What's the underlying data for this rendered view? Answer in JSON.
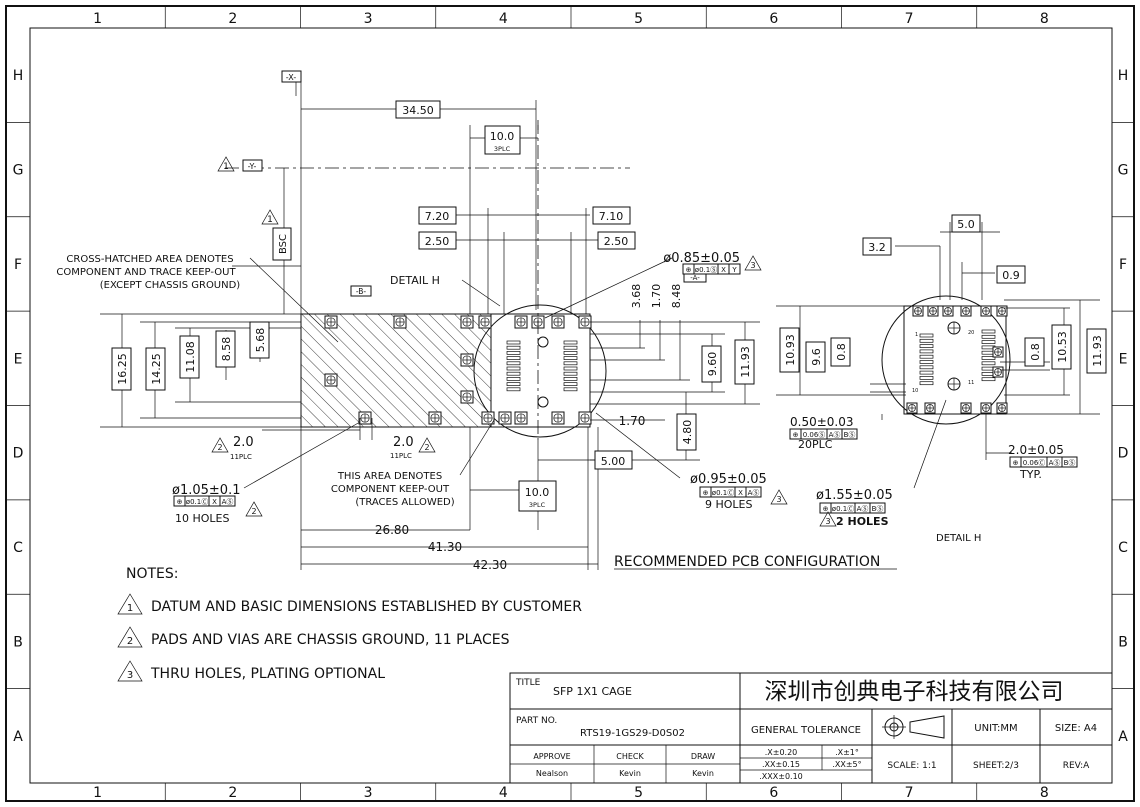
{
  "border": {
    "cols": [
      "1",
      "2",
      "3",
      "4",
      "5",
      "6",
      "7",
      "8"
    ],
    "rows": [
      "H",
      "G",
      "F",
      "E",
      "D",
      "C",
      "B",
      "A"
    ]
  },
  "datums": {
    "x": "-X-",
    "y": "-Y-",
    "b": "-B-",
    "a": "-A-",
    "bsc": "BSC",
    "tri1": "1"
  },
  "dims": {
    "d3450": "34.50",
    "d100top": "10.0",
    "plc3": "3PLC",
    "d720": "7.20",
    "d710": "7.10",
    "d250l": "2.50",
    "d250r": "2.50",
    "d368": "3.68",
    "d170v": "1.70",
    "d848": "8.48",
    "d1625": "16.25",
    "d1425": "14.25",
    "d1108": "11.08",
    "d858": "8.58",
    "d568": "5.68",
    "d960": "9.60",
    "d1193": "11.93",
    "d170h": "1.70",
    "d480": "4.80",
    "d500": "5.00",
    "d20a": "2.0",
    "plc11a": "11PLC",
    "d20b": "2.0",
    "plc11b": "11PLC",
    "d100bot": "10.0",
    "plc3b": "3PLC",
    "d2680": "26.80",
    "d4130": "41.30",
    "d4230": "42.30"
  },
  "callouts": {
    "crosshatch": [
      "CROSS-HATCHED AREA DENOTES",
      "COMPONENT AND TRACE KEEP-OUT",
      "(EXCEPT CHASSIS GROUND)"
    ],
    "keepout": [
      "THIS AREA DENOTES",
      "COMPONENT KEEP-OUT",
      "(TRACES ALLOWED)"
    ],
    "detailH": "DETAIL  H",
    "hole085": "ø0.85±0.05",
    "fcf085": [
      "⊕",
      "ø0.1Ⓢ",
      "X",
      "Y"
    ],
    "hole105": "ø1.05±0.1",
    "fcf105": [
      "⊕",
      "ø0.1Ⓒ",
      "X",
      "AⓈ"
    ],
    "holes10": "10  HOLES",
    "hole095": "ø0.95±0.05",
    "fcf095": [
      "⊕",
      "ø0.1Ⓒ",
      "X",
      "AⓈ"
    ],
    "holes9": "9  HOLES"
  },
  "detail": {
    "d50": "5.0",
    "d32": "3.2",
    "d09": "0.9",
    "d1093": "10.93",
    "d96": "9.6",
    "d08l": "0.8",
    "d08r": "0.8",
    "d1053": "10.53",
    "d1193": "11.93",
    "pad050": "0.50±0.03",
    "fcf050": [
      "⊕",
      "0.06Ⓢ",
      "AⓈ",
      "BⓈ"
    ],
    "plc20": "20PLC",
    "hole155": "ø1.55±0.05",
    "fcf155": [
      "⊕",
      "ø0.1Ⓒ",
      "AⓈ",
      "BⓈ"
    ],
    "holes2": "2  HOLES",
    "d20typ": "2.0±0.05",
    "fcf20": [
      "⊕",
      "0.06Ⓒ",
      "AⓈ",
      "BⓈ"
    ],
    "typ": "TYP.",
    "label": "DETAIL  H",
    "pin1": "1",
    "pin20": "20",
    "pin11": "11",
    "pin10": "10"
  },
  "recommended": "RECOMMENDED  PCB  CONFIGURATION",
  "notes": {
    "heading": "NOTES:",
    "items": [
      {
        "n": "1",
        "text": "DATUM  AND  BASIC  DIMENSIONS  ESTABLISHED  BY  CUSTOMER"
      },
      {
        "n": "2",
        "text": "PADS  AND  VIAS  ARE  CHASSIS  GROUND,  11  PLACES"
      },
      {
        "n": "3",
        "text": "THRU  HOLES,  PLATING  OPTIONAL"
      }
    ]
  },
  "titleblock": {
    "title_label": "TITLE",
    "title": "SFP  1X1  CAGE",
    "company": "深圳市创典电子科技有限公司",
    "partno_label": "PART  NO.",
    "partno": "RTS19-1GS29-D0S02",
    "gen_tol": "GENERAL  TOLERANCE",
    "unit": "UNIT:MM",
    "size": "SIZE:  A4",
    "approve_label": "APPROVE",
    "check_label": "CHECK",
    "draw_label": "DRAW",
    "approve": "Nealson",
    "check": "Kevin",
    "draw": "Kevin",
    "tol1": ".X±0.20",
    "tol2": ".XX±0.15",
    "tol3": ".XXX±0.10",
    "ang1": ".X±1°",
    "ang2": ".XX±5°",
    "scale": "SCALE:  1:1",
    "sheet": "SHEET:2/3",
    "rev": "REV:A"
  }
}
